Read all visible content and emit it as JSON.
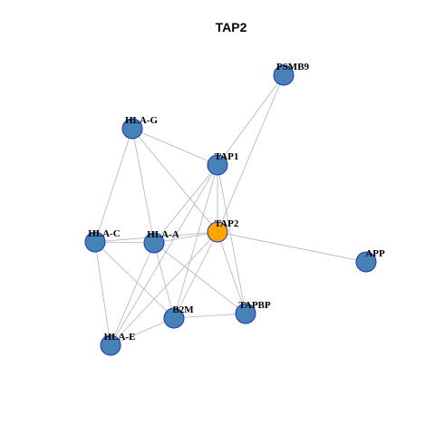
{
  "title": "TAP2",
  "colors": {
    "node_default": "#4682b4",
    "node_highlight": "#ffa500",
    "node_border": "#1c33c4",
    "edge": "#b3b3b3"
  },
  "nodes": [
    {
      "id": "PSMB9",
      "label": "PSMB9",
      "highlight": false
    },
    {
      "id": "HLA-G",
      "label": "HLA-G",
      "highlight": false
    },
    {
      "id": "TAP1",
      "label": "TAP1",
      "highlight": false
    },
    {
      "id": "TAP2",
      "label": "TAP2",
      "highlight": true
    },
    {
      "id": "HLA-C",
      "label": "HLA-C",
      "highlight": false
    },
    {
      "id": "HLA-A",
      "label": "HLA-A",
      "highlight": false
    },
    {
      "id": "APP",
      "label": "APP",
      "highlight": false
    },
    {
      "id": "TAPBP",
      "label": "TAPBP",
      "highlight": false
    },
    {
      "id": "B2M",
      "label": "B2M",
      "highlight": false
    },
    {
      "id": "HLA-E",
      "label": "HLA-E",
      "highlight": false
    }
  ],
  "edges": [
    [
      "PSMB9",
      "TAP1"
    ],
    [
      "PSMB9",
      "TAP2"
    ],
    [
      "HLA-G",
      "TAP1"
    ],
    [
      "HLA-G",
      "TAP2"
    ],
    [
      "HLA-G",
      "HLA-C"
    ],
    [
      "HLA-G",
      "HLA-A"
    ],
    [
      "TAP1",
      "TAP2"
    ],
    [
      "TAP1",
      "HLA-A"
    ],
    [
      "TAP1",
      "B2M"
    ],
    [
      "TAP1",
      "TAPBP"
    ],
    [
      "TAP1",
      "HLA-E"
    ],
    [
      "TAP2",
      "HLA-A"
    ],
    [
      "TAP2",
      "HLA-C"
    ],
    [
      "TAP2",
      "APP"
    ],
    [
      "TAP2",
      "B2M"
    ],
    [
      "TAP2",
      "TAPBP"
    ],
    [
      "TAP2",
      "HLA-E"
    ],
    [
      "HLA-C",
      "HLA-A"
    ],
    [
      "HLA-C",
      "B2M"
    ],
    [
      "HLA-C",
      "HLA-E"
    ],
    [
      "HLA-A",
      "B2M"
    ],
    [
      "HLA-A",
      "TAPBP"
    ],
    [
      "HLA-A",
      "HLA-E"
    ],
    [
      "B2M",
      "TAPBP"
    ],
    [
      "B2M",
      "HLA-E"
    ]
  ]
}
